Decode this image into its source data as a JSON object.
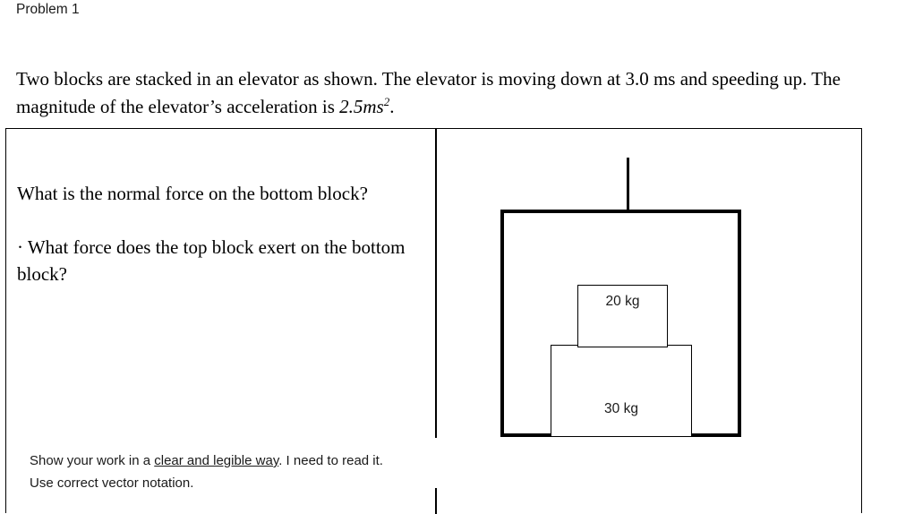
{
  "header": {
    "problem_title": "Problem 1",
    "statement_before": "Two blocks are stacked in an elevator as shown. The elevator is moving down at 3.0 ms and speeding up. The magnitude of the elevator’s acceleration is ",
    "acceleration_value": "2.5ms",
    "acceleration_exponent": "2",
    "statement_after": "."
  },
  "questions": {
    "items": [
      {
        "text": "What is the normal force on the bottom block?"
      },
      {
        "text": "· What force does the top block exert on the bottom block?"
      }
    ]
  },
  "diagram": {
    "name": "elevator-with-stacked-blocks",
    "cable_label": "cable",
    "elevator_label": "elevator-car",
    "blocks": [
      {
        "id": "top-block",
        "label": "20 kg",
        "mass": 20,
        "unit": "kg"
      },
      {
        "id": "bottom-block",
        "label": "30 kg",
        "mass": 30,
        "unit": "kg"
      }
    ]
  },
  "footer": {
    "line1_before": "Show your work in a ",
    "line1_underlined": "clear and legible way",
    "line1_after": ".  I need to read it.",
    "line2": "Use correct vector notation."
  },
  "colors": {
    "ink": "#000000",
    "text_gray": "#1a1a1a",
    "page_background": "#ffffff"
  }
}
